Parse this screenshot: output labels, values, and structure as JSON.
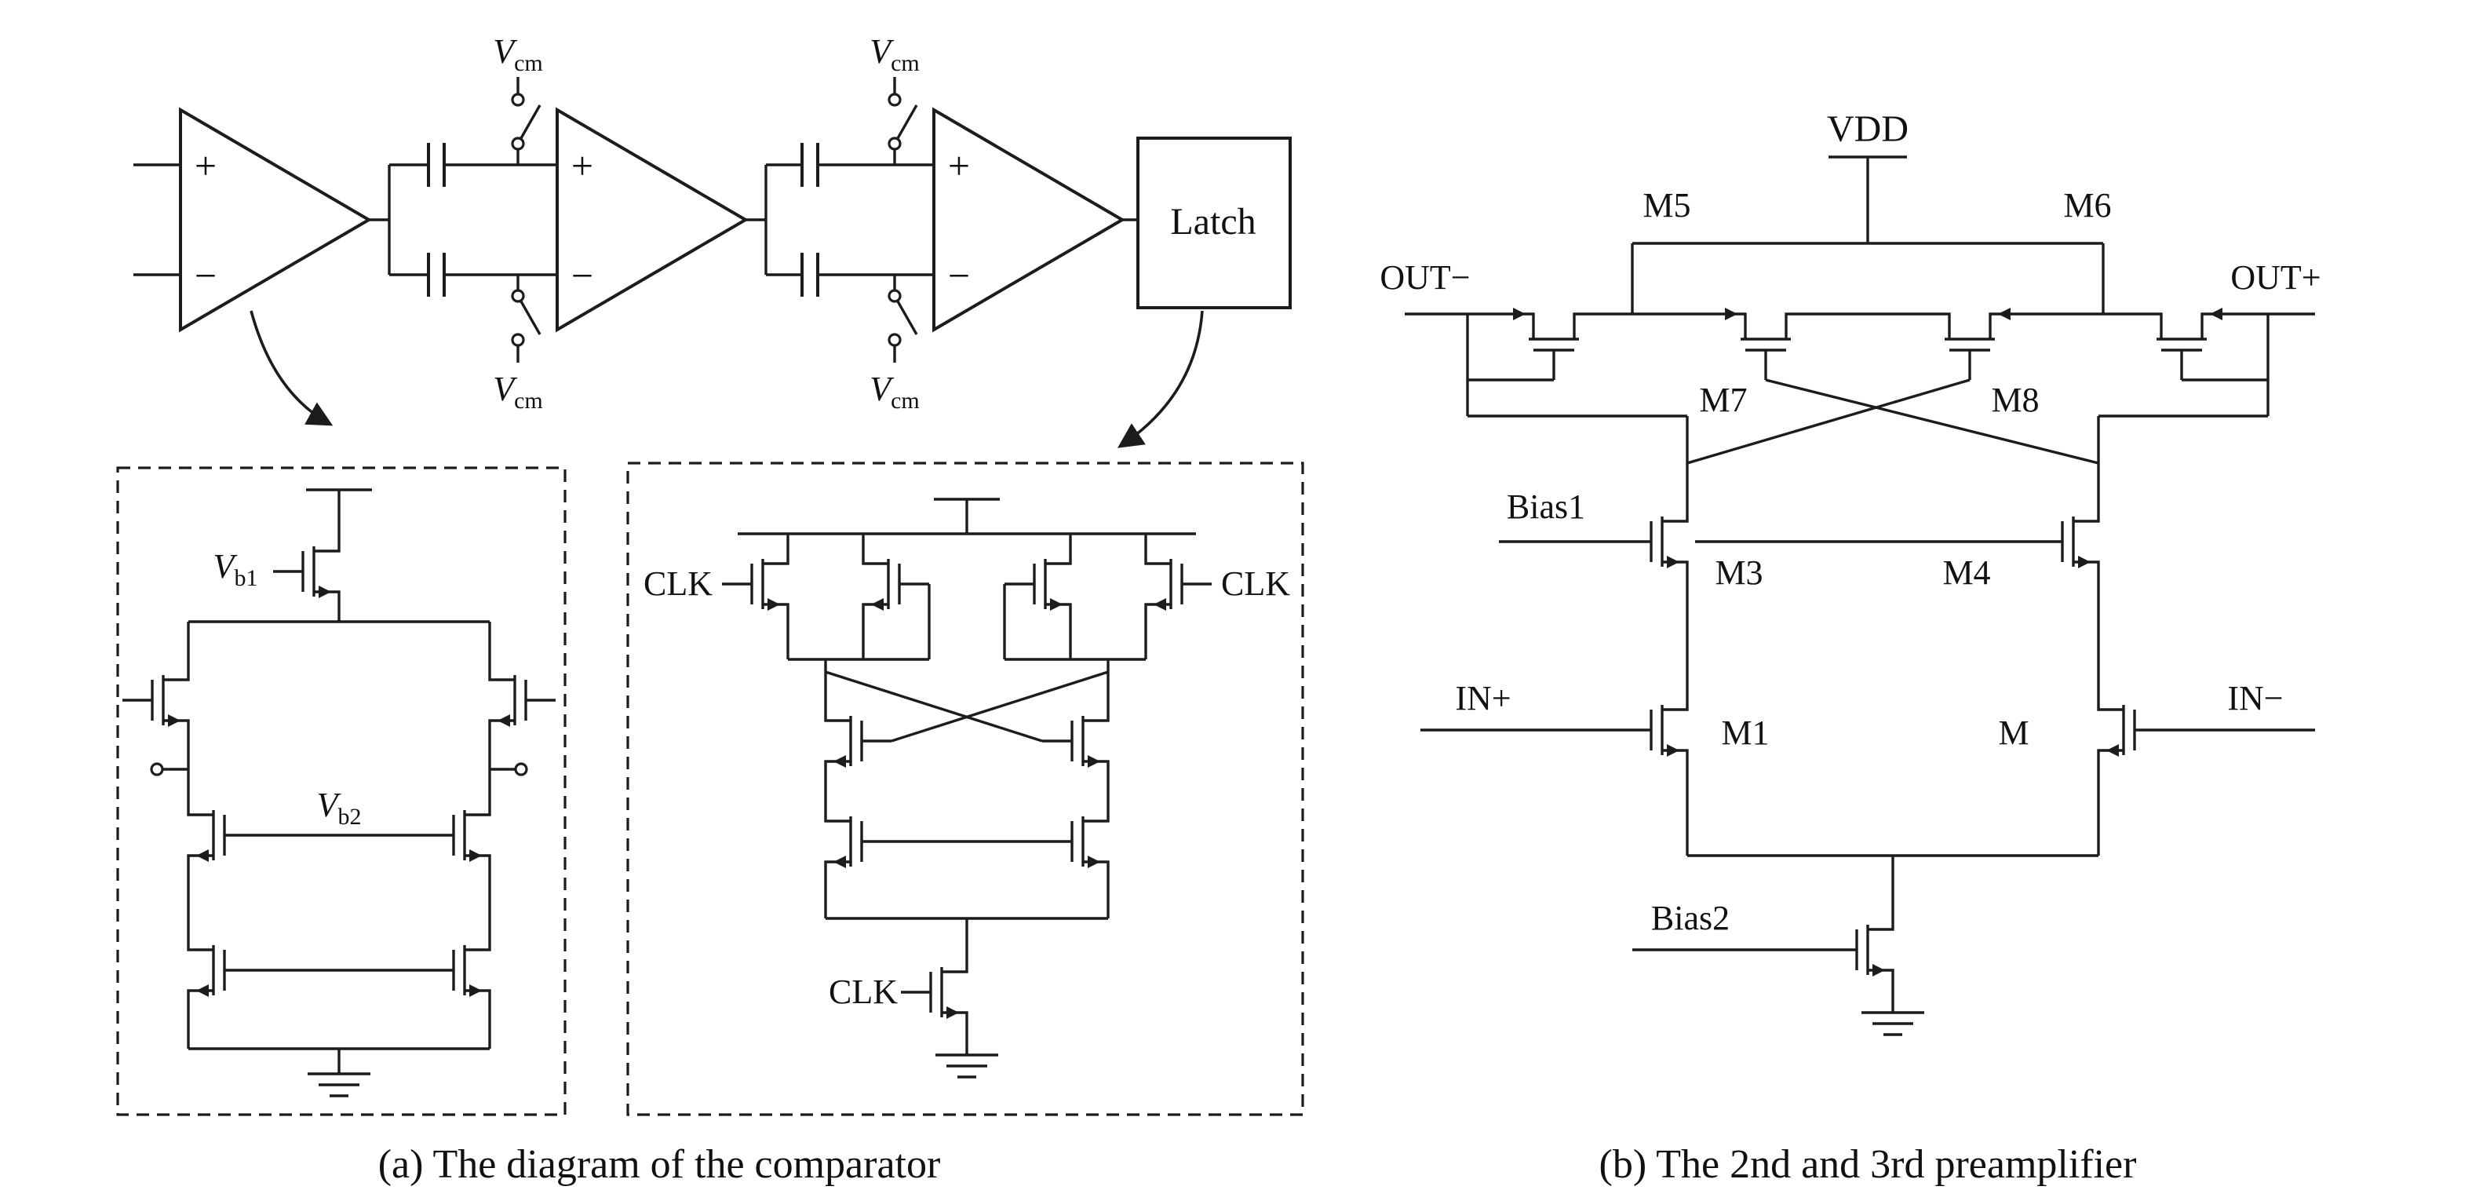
{
  "colors": {
    "ink": "#1c1c1c",
    "background": "#ffffff"
  },
  "chain": {
    "plus": "+",
    "minus": "−",
    "latch": "Latch",
    "vcm": {
      "base": "V",
      "sub": "cm"
    }
  },
  "preamp_detail": {
    "vb1": {
      "base": "V",
      "sub": "b1"
    },
    "vb2": {
      "base": "V",
      "sub": "b2"
    }
  },
  "latch_detail": {
    "clk": "CLK"
  },
  "preamp23": {
    "vdd": "VDD",
    "out_minus": "OUT−",
    "out_plus": "OUT+",
    "in_plus": "IN+",
    "in_minus": "IN−",
    "bias1": "Bias1",
    "bias2": "Bias2",
    "m1": "M1",
    "m2": "M",
    "m3": "M3",
    "m4": "M4",
    "m5": "M5",
    "m6": "M6",
    "m7": "M7",
    "m8": "M8"
  },
  "captions": {
    "a": "(a) The diagram of the comparator",
    "b": "(b) The 2nd and 3rd preamplifier"
  }
}
